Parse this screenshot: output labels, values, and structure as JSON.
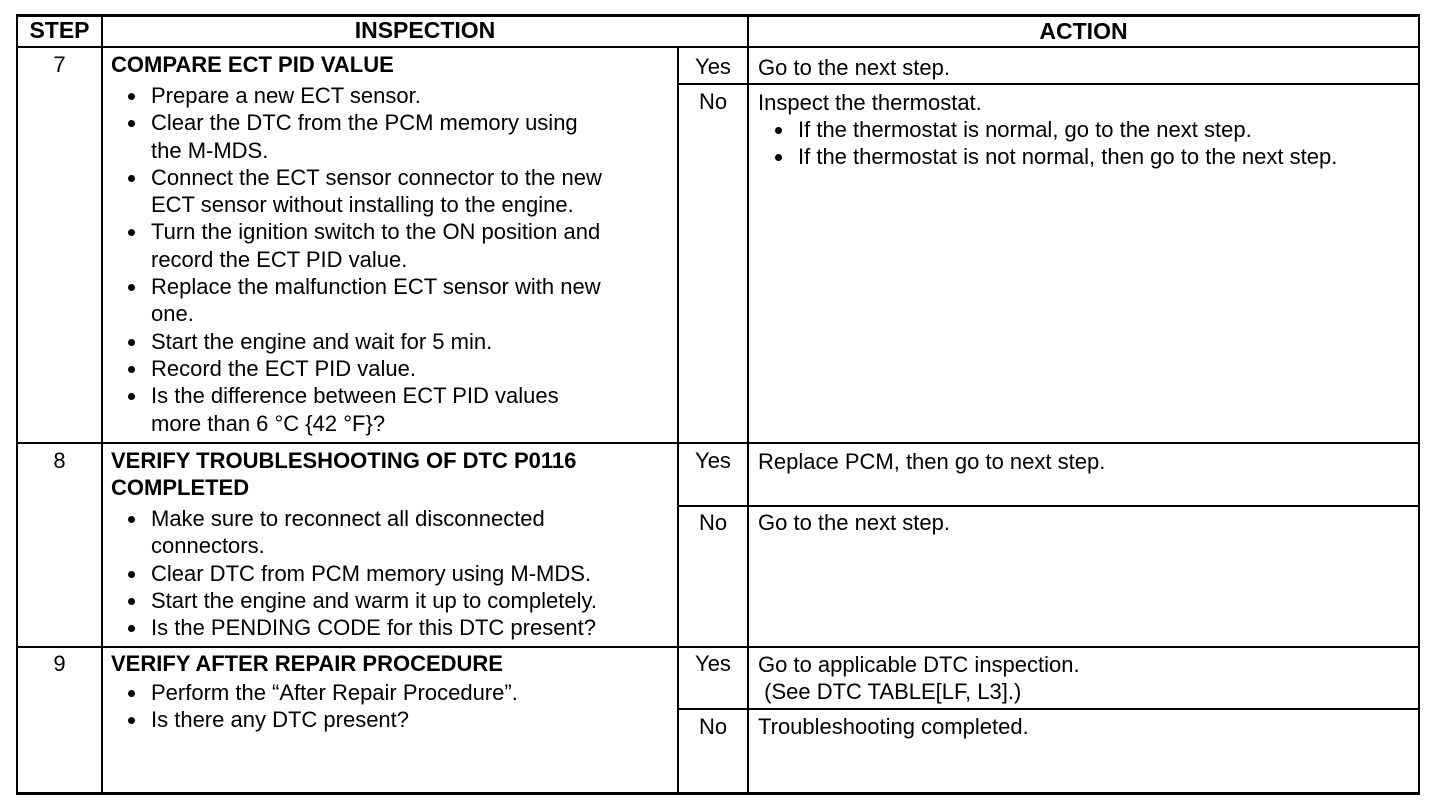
{
  "headers": {
    "step": "STEP",
    "inspection": "INSPECTION",
    "action": "ACTION"
  },
  "rows": [
    {
      "step": "7",
      "title": [
        "COMPARE ECT PID VALUE"
      ],
      "bullets": [
        [
          "Prepare a new ECT sensor."
        ],
        [
          "Clear the DTC from the PCM memory using",
          "the M-MDS."
        ],
        [
          "Connect the ECT sensor connector to the new",
          "ECT sensor without installing to the engine."
        ],
        [
          "Turn the ignition switch to the ON position and",
          "record the ECT PID value."
        ],
        [
          "Replace the malfunction ECT sensor with new",
          "one."
        ],
        [
          "Start the engine and wait for 5 min."
        ],
        [
          "Record the ECT PID value."
        ],
        [
          "Is the difference between ECT PID values",
          "more than 6 °C {42 °F}?"
        ]
      ],
      "yes_label": "Yes",
      "yes_action": [
        "Go to the next step."
      ],
      "no_label": "No",
      "no_action": [
        "Inspect the thermostat."
      ],
      "no_bullets": [
        "If the thermostat is normal, go to the next step.",
        "If the thermostat is not normal, then go to the next step."
      ]
    },
    {
      "step": "8",
      "title": [
        "VERIFY TROUBLESHOOTING OF DTC P0116",
        "COMPLETED"
      ],
      "bullets": [
        [
          "Make sure to reconnect all disconnected",
          "connectors."
        ],
        [
          "Clear DTC from PCM memory using M-MDS."
        ],
        [
          "Start the engine and warm it up to completely."
        ],
        [
          "Is the PENDING CODE for this DTC present?"
        ]
      ],
      "yes_label": "Yes",
      "yes_action": [
        "Replace PCM, then go to next step."
      ],
      "no_label": "No",
      "no_action": [
        "Go to the next step."
      ]
    },
    {
      "step": "9",
      "title": [
        "VERIFY AFTER REPAIR PROCEDURE"
      ],
      "bullets": [
        [
          "Perform the “After Repair Procedure”."
        ],
        [
          "Is there any DTC present?"
        ]
      ],
      "yes_label": "Yes",
      "yes_action": [
        "Go to applicable DTC inspection.",
        " (See DTC TABLE[LF, L3].)"
      ],
      "no_label": "No",
      "no_action": [
        "Troubleshooting completed."
      ]
    }
  ]
}
